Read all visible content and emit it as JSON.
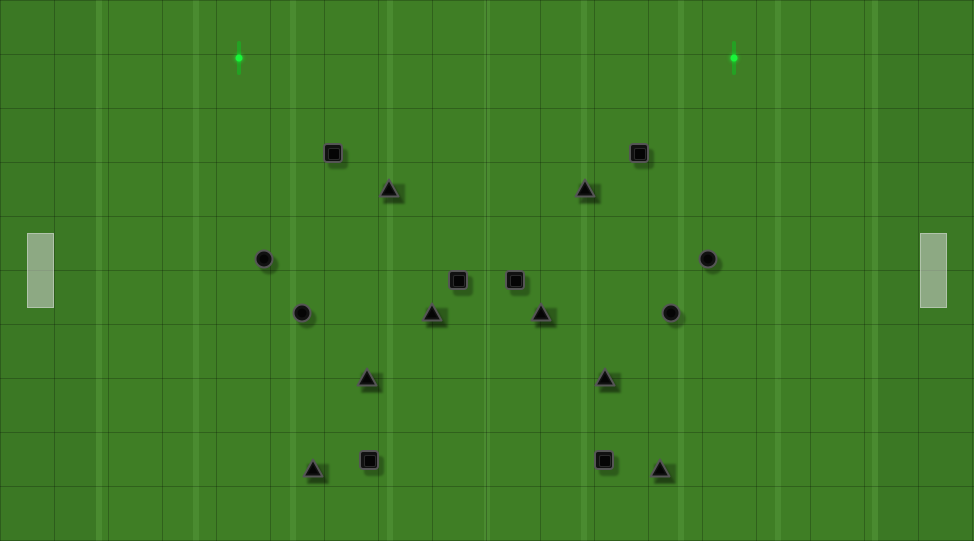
{
  "field": {
    "turf_color": "#3f7e25",
    "stripe_color": "#4a8b30",
    "grid_color": "#1c3416"
  },
  "markers": [
    {
      "name": "left-marker",
      "color": "#19f53a"
    },
    {
      "name": "right-marker",
      "color": "#19f53a"
    }
  ],
  "goals": [
    {
      "name": "left-goal",
      "color": "#d2d2d2"
    },
    {
      "name": "right-goal",
      "color": "#d2d2d2"
    }
  ],
  "tokens": [
    {
      "shape": "square",
      "icon": "square-token-icon"
    },
    {
      "shape": "square",
      "icon": "square-token-icon"
    },
    {
      "shape": "triangle",
      "icon": "triangle-token-icon"
    },
    {
      "shape": "triangle",
      "icon": "triangle-token-icon"
    },
    {
      "shape": "circle",
      "icon": "circle-token-icon"
    },
    {
      "shape": "circle",
      "icon": "circle-token-icon"
    },
    {
      "shape": "square",
      "icon": "square-token-icon"
    },
    {
      "shape": "square",
      "icon": "square-token-icon"
    },
    {
      "shape": "circle",
      "icon": "circle-token-icon"
    },
    {
      "shape": "triangle",
      "icon": "triangle-token-icon"
    },
    {
      "shape": "triangle",
      "icon": "triangle-token-icon"
    },
    {
      "shape": "circle",
      "icon": "circle-token-icon"
    },
    {
      "shape": "triangle",
      "icon": "triangle-token-icon"
    },
    {
      "shape": "triangle",
      "icon": "triangle-token-icon"
    },
    {
      "shape": "triangle",
      "icon": "triangle-token-icon"
    },
    {
      "shape": "square",
      "icon": "square-token-icon"
    },
    {
      "shape": "square",
      "icon": "square-token-icon"
    },
    {
      "shape": "triangle",
      "icon": "triangle-token-icon"
    }
  ]
}
